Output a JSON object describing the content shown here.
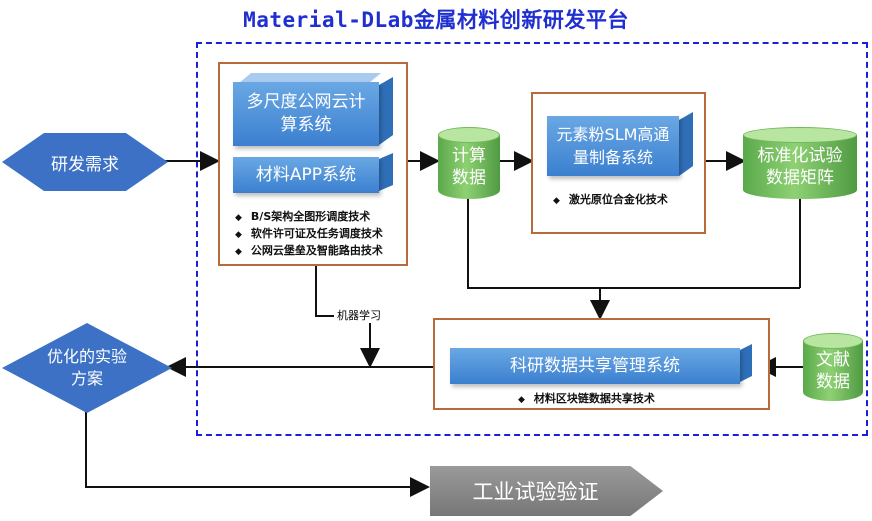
{
  "title": "Material-DLab金属材料创新研发平台",
  "nodes": {
    "req": "研发需求",
    "cloud_compute": "多尺度公网云计算系统",
    "material_app": "材料APP系统",
    "compute_data": "计算\n数据",
    "slm": "元素粉SLM高通量制备系统",
    "std_matrix": "标准化试验数据矩阵",
    "literature": "文献\n数据",
    "sharing": "科研数据共享管理系统",
    "optimized": "优化的实验方案",
    "verify": "工业试验验证"
  },
  "bullets_left": [
    "B/S架构全图形调度技术",
    "软件许可证及任务调度技术",
    "公网云堡垒及智能路由技术"
  ],
  "bullet_slm": "激光原位合金化技术",
  "bullet_share": "材料区块链数据共享技术",
  "ml_label": "机器学习",
  "colors": {
    "title": "#1f2fd0",
    "diamond": "#3c71c6",
    "cylinder": "#6ebf56",
    "orange_border": "#b86a3a"
  }
}
